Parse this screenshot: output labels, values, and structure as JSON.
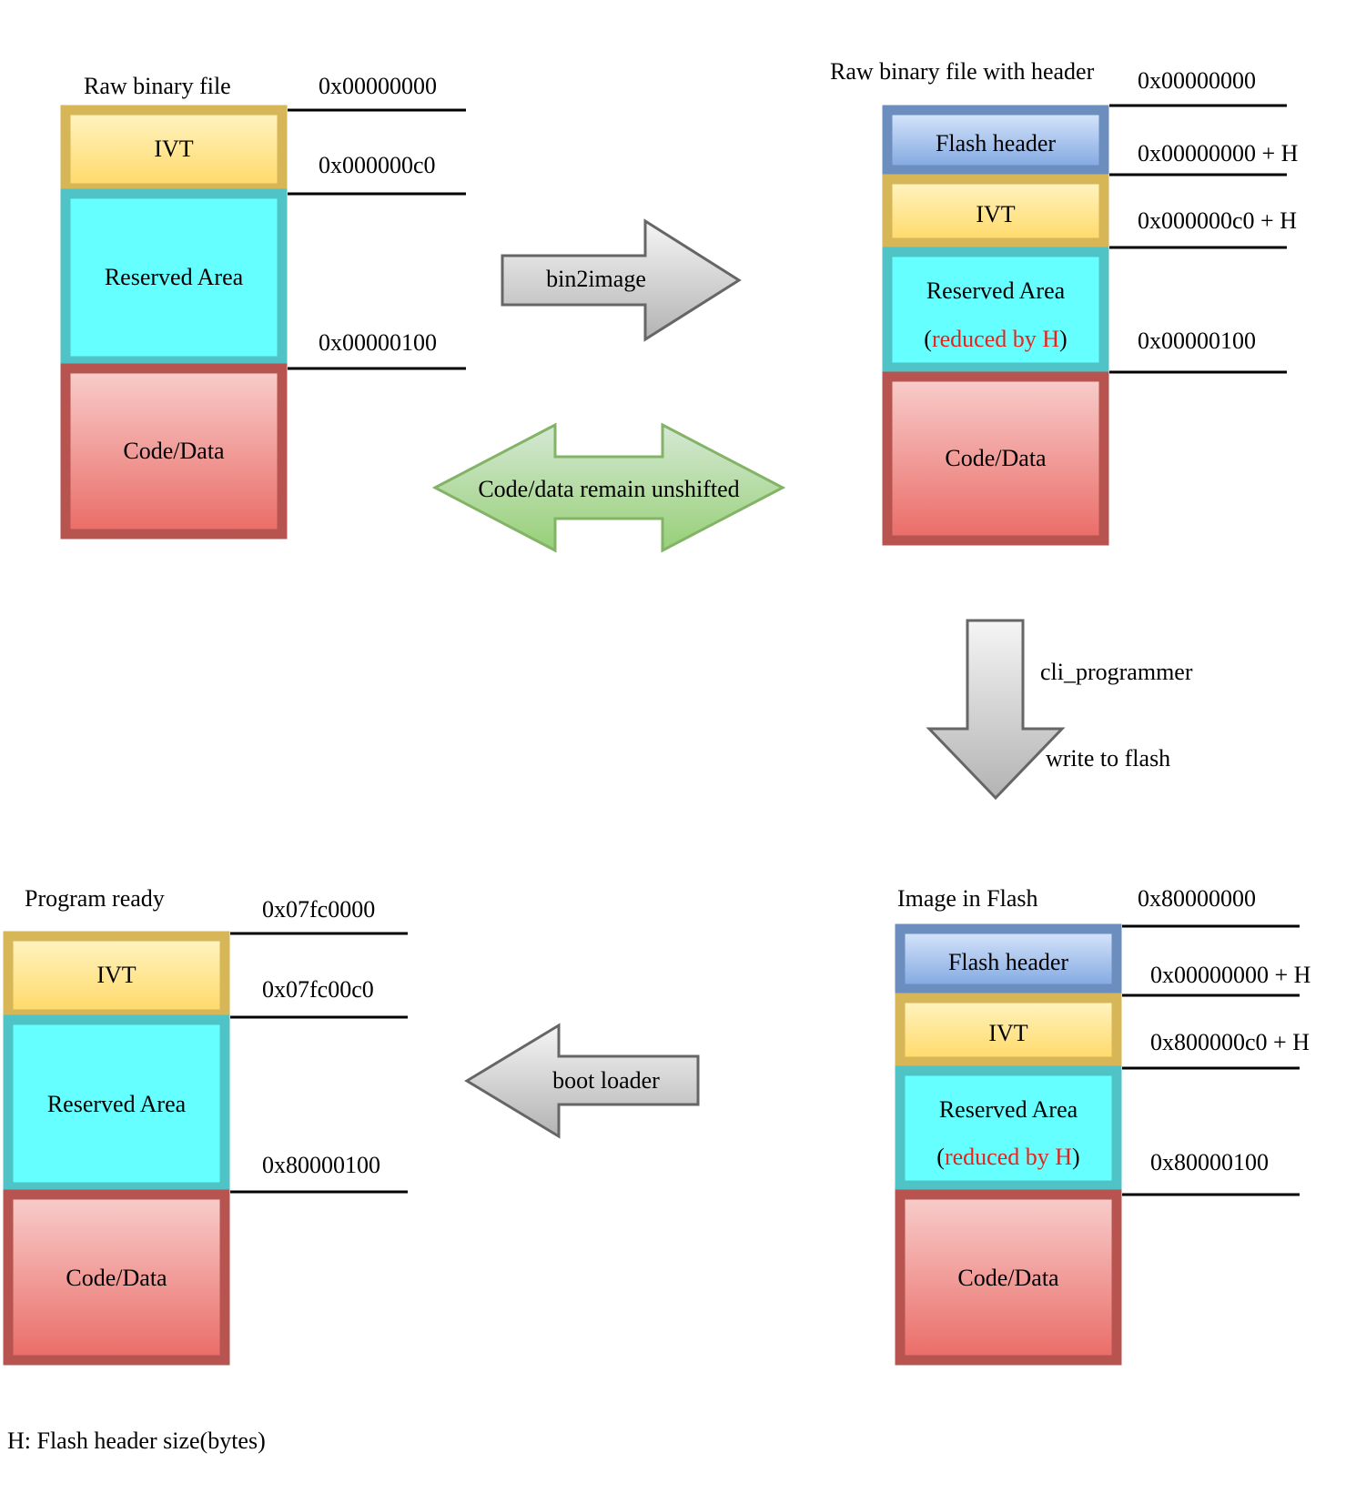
{
  "raw_binary": {
    "title": "Raw binary file",
    "blocks": {
      "ivt": "IVT",
      "reserved": "Reserved Area",
      "code": "Code/Data"
    },
    "addresses": [
      "0x00000000",
      "0x000000c0",
      "0x00000100"
    ]
  },
  "with_header": {
    "title": "Raw binary file with header",
    "blocks": {
      "flash_header": "Flash header",
      "ivt": "IVT",
      "reserved": "Reserved Area",
      "reduced_open": "(",
      "reduced_text": "reduced by H",
      "reduced_close": ")",
      "code": "Code/Data"
    },
    "addresses": [
      "0x00000000",
      "0x00000000 + H",
      "0x000000c0 + H",
      "0x00000100"
    ]
  },
  "in_flash": {
    "title": "Image in Flash",
    "blocks": {
      "flash_header": "Flash header",
      "ivt": "IVT",
      "reserved": "Reserved Area",
      "reduced_open": "(",
      "reduced_text": "reduced by H",
      "reduced_close": ")",
      "code": "Code/Data"
    },
    "addresses": [
      "0x80000000",
      "0x00000000 + H",
      "0x800000c0 + H",
      "0x80000100"
    ]
  },
  "program_ready": {
    "title": "Program ready",
    "blocks": {
      "ivt": "IVT",
      "reserved": "Reserved Area",
      "code": "Code/Data"
    },
    "addresses": [
      "0x07fc0000",
      "0x07fc00c0",
      "0x80000100"
    ]
  },
  "arrows": {
    "bin2image": "bin2image",
    "unshifted": "Code/data remain unshifted",
    "cli_programmer": "cli_programmer",
    "write_to_flash": "write to flash",
    "boot_loader": "boot loader"
  },
  "legend": "H: Flash header size(bytes)",
  "colors": {
    "ivt_border": "#d6b656",
    "reserved_border": "#4fc3c6",
    "code_border": "#b85450",
    "header_border": "#6c8ebf",
    "green_arrow": "#82b366"
  }
}
